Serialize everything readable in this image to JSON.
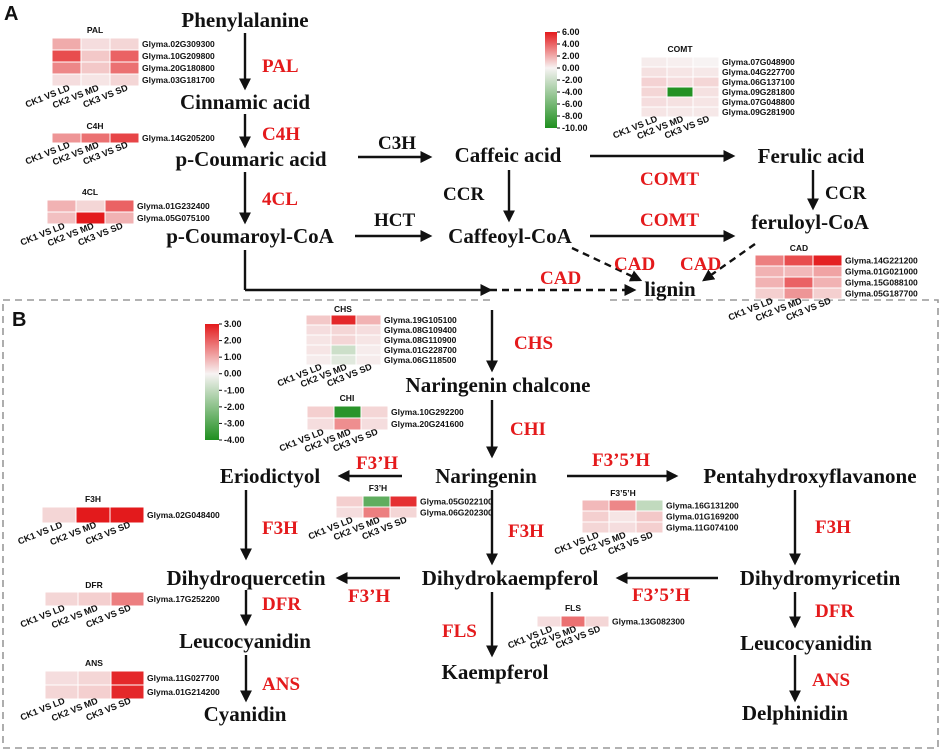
{
  "panels": {
    "a": "A",
    "b": "B"
  },
  "metabolites": {
    "phenylalanine": "Phenylalanine",
    "cinnamic_acid": "Cinnamic acid",
    "p_coumaric_acid": "p-Coumaric acid",
    "caffeic_acid": "Caffeic acid",
    "ferulic_acid": "Ferulic acid",
    "p_coumaroyl_coa": "p-Coumaroyl-CoA",
    "caffeoyl_coa": "Caffeoyl-CoA",
    "feruloyl_coa": "feruloyl-CoA",
    "lignin": "lignin",
    "naringenin_chalcone": "Naringenin chalcone",
    "naringenin": "Naringenin",
    "eriodictyol": "Eriodictyol",
    "pentahydroxyflavanone": "Pentahydroxyflavanone",
    "dihydroquercetin": "Dihydroquercetin",
    "dihydrokaempferol": "Dihydrokaempferol",
    "dihydromyricetin": "Dihydromyricetin",
    "leucocyanidin_left": "Leucocyanidin",
    "leucocyanidin_right": "Leucocyanidin",
    "kaempferol": "Kaempferol",
    "cyanidin": "Cyanidin",
    "delphinidin": "Delphinidin"
  },
  "enzymes": {
    "pal": "PAL",
    "c4h": "C4H",
    "c3h": "C3H",
    "4cl": "4CL",
    "hct": "HCT",
    "ccr1": "CCR",
    "ccr2": "CCR",
    "comt1": "COMT",
    "comt2": "COMT",
    "cad1": "CAD",
    "cad2": "CAD",
    "cad3": "CAD",
    "chs": "CHS",
    "chi": "CHI",
    "f3h_left": "F3’H",
    "f35h_top": "F3’5’H",
    "f3h_a": "F3H",
    "f3h_b": "F3H",
    "f3h_c": "F3H",
    "f3h_mid": "F3’H",
    "f35h_mid": "F3’5’H",
    "dfr_left": "DFR",
    "dfr_right": "DFR",
    "fls": "FLS",
    "ans_left": "ANS",
    "ans_right": "ANS"
  },
  "comparisons": [
    "CK1 VS LD",
    "CK2 VS MD",
    "CK3 VS SD"
  ],
  "colors": {
    "up_max": "#e31a1c",
    "zero": "#f7f3f3",
    "down_max": "#1f8f1f",
    "arrow": "#111111",
    "enzyme": "#e41a1c"
  },
  "colorbar_a": {
    "ticks": [
      "6.00",
      "4.00",
      "2.00",
      "0.00",
      "-2.00",
      "-4.00",
      "-6.00",
      "-8.00",
      "-10.00"
    ],
    "min": -10,
    "max": 6
  },
  "colorbar_b": {
    "ticks": [
      "3.00",
      "2.00",
      "1.00",
      "0.00",
      "-1.00",
      "-2.00",
      "-3.00",
      "-4.00"
    ],
    "min": -4,
    "max": 3
  },
  "heatmaps": {
    "pal": {
      "title": "PAL",
      "genes": [
        "Glyma.02G309300",
        "Glyma.10G209800",
        "Glyma.20G180800",
        "Glyma.03G181700"
      ],
      "values": [
        [
          1.0,
          0.3,
          0.4
        ],
        [
          2.3,
          0.6,
          2.0
        ],
        [
          1.5,
          0.6,
          1.8
        ],
        [
          0.3,
          0.2,
          0.4
        ]
      ]
    },
    "c4h": {
      "title": "C4H",
      "genes": [
        "Glyma.14G205200"
      ],
      "values": [
        [
          1.3,
          1.8,
          2.4
        ]
      ]
    },
    "4cl": {
      "title": "4CL",
      "genes": [
        "Glyma.01G232400",
        "Glyma.05G075100"
      ],
      "values": [
        [
          0.9,
          0.4,
          2.0
        ],
        [
          0.7,
          4.8,
          0.9
        ]
      ]
    },
    "comt": {
      "title": "COMT",
      "genes": [
        "Glyma.07G048900",
        "Glyma.04G227700",
        "Glyma.06G137100",
        "Glyma.09G281800",
        "Glyma.07G048800",
        "Glyma.09G281900"
      ],
      "values": [
        [
          0.2,
          0.1,
          0.0
        ],
        [
          0.5,
          0.4,
          0.3
        ],
        [
          0.9,
          0.6,
          0.8
        ],
        [
          0.8,
          -9.8,
          0.5
        ],
        [
          0.6,
          0.5,
          0.4
        ],
        [
          0.4,
          0.3,
          0.3
        ]
      ]
    },
    "cad": {
      "title": "CAD",
      "genes": [
        "Glyma.14G221200",
        "Glyma.01G021000",
        "Glyma.15G088100",
        "Glyma.05G187700"
      ],
      "values": [
        [
          1.6,
          2.3,
          2.9
        ],
        [
          0.9,
          0.8,
          1.1
        ],
        [
          0.9,
          2.0,
          0.9
        ],
        [
          0.5,
          1.3,
          0.5
        ]
      ]
    },
    "chs": {
      "title": "CHS",
      "genes": [
        "Glyma.19G105100",
        "Glyma.08G109400",
        "Glyma.08G110900",
        "Glyma.01G228700",
        "Glyma.06G118500"
      ],
      "values": [
        [
          0.6,
          2.8,
          0.9
        ],
        [
          0.3,
          0.4,
          0.3
        ],
        [
          0.2,
          0.4,
          0.2
        ],
        [
          0.2,
          -0.8,
          0.1
        ],
        [
          0.1,
          -0.4,
          0.1
        ]
      ]
    },
    "chi": {
      "title": "CHI",
      "genes": [
        "Glyma.10G292200",
        "Glyma.20G241600"
      ],
      "values": [
        [
          0.5,
          -3.8,
          0.4
        ],
        [
          0.3,
          1.4,
          0.3
        ]
      ]
    },
    "f3h": {
      "title": "F3H",
      "genes": [
        "Glyma.02G048400"
      ],
      "values": [
        [
          0.4,
          3.0,
          3.0
        ]
      ]
    },
    "f3ph": {
      "title": "F3’H",
      "genes": [
        "Glyma.05G022100",
        "Glyma.06G202300"
      ],
      "values": [
        [
          0.5,
          -2.8,
          2.7
        ],
        [
          0.3,
          1.6,
          0.4
        ]
      ]
    },
    "f35h": {
      "title": "F3’5’H",
      "genes": [
        "Glyma.16G131200",
        "Glyma.01G169200",
        "Glyma.11G074100"
      ],
      "values": [
        [
          0.8,
          1.5,
          -1.0
        ],
        [
          0.5,
          0.2,
          0.6
        ],
        [
          0.4,
          0.3,
          0.5
        ]
      ]
    },
    "dfr": {
      "title": "DFR",
      "genes": [
        "Glyma.17G252200"
      ],
      "values": [
        [
          0.4,
          0.5,
          1.6
        ]
      ]
    },
    "fls": {
      "title": "FLS",
      "genes": [
        "Glyma.13G082300"
      ],
      "values": [
        [
          0.3,
          1.8,
          0.4
        ]
      ]
    },
    "ans": {
      "title": "ANS",
      "genes": [
        "Glyma.11G027700",
        "Glyma.01G214200"
      ],
      "values": [
        [
          0.3,
          0.4,
          2.8
        ],
        [
          0.4,
          0.5,
          2.8
        ]
      ]
    }
  }
}
